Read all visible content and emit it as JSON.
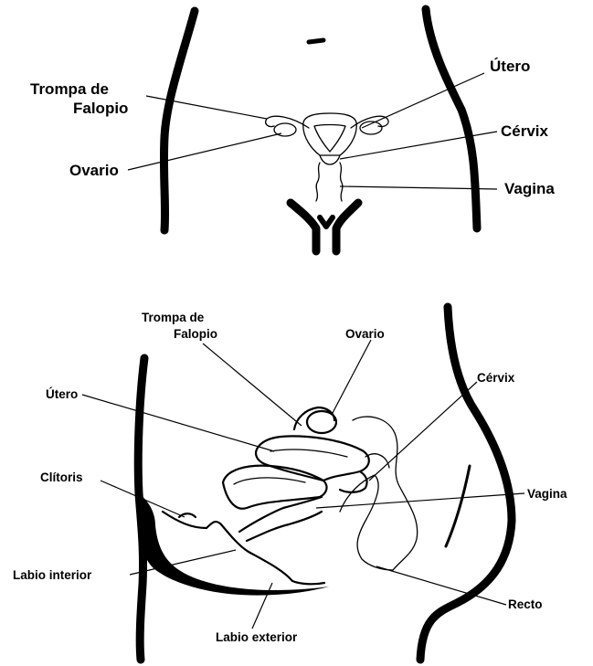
{
  "front_view": {
    "labels": {
      "fallopian_tube_line1": "Trompa de",
      "fallopian_tube_line2": "Falopio",
      "uterus": "Útero",
      "cervix": "Cérvix",
      "ovary": "Ovario",
      "vagina": "Vagina"
    }
  },
  "side_view": {
    "labels": {
      "fallopian_tube_line1": "Trompa de",
      "fallopian_tube_line2": "Falopio",
      "ovary": "Ovario",
      "uterus": "Útero",
      "cervix": "Cérvix",
      "clitoris": "Clítoris",
      "vagina": "Vagina",
      "inner_labia": "Labio interior",
      "rectum": "Recto",
      "outer_labia": "Labio exterior"
    }
  }
}
